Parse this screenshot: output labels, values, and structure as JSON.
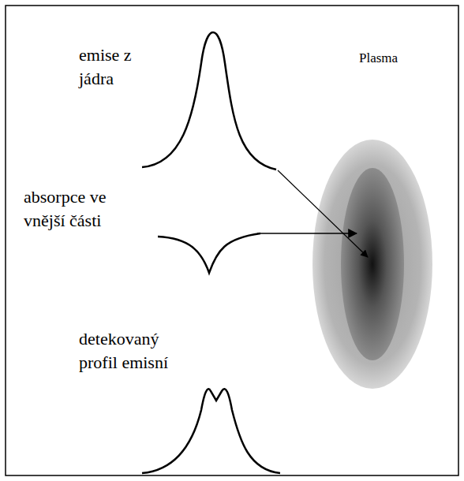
{
  "diagram": {
    "labels": [
      "emise z jádra",
      "absorpce ve vnější části",
      "detekovaný profil emisní",
      "Plasma"
    ]
  }
}
